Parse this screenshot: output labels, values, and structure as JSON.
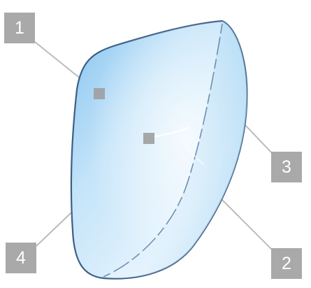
{
  "callouts": [
    {
      "label": "1"
    },
    {
      "label": "2"
    },
    {
      "label": "3"
    },
    {
      "label": "4"
    }
  ],
  "colors": {
    "badge": "#a9a9a9",
    "badge_text": "#ffffff",
    "leader_line": "#bcbcbc",
    "lens_light": "#eaf5fd",
    "lens_mid": "#c7e6fa",
    "lens_dark": "#8fc8ef",
    "lens_edge": "#3e5f86"
  }
}
